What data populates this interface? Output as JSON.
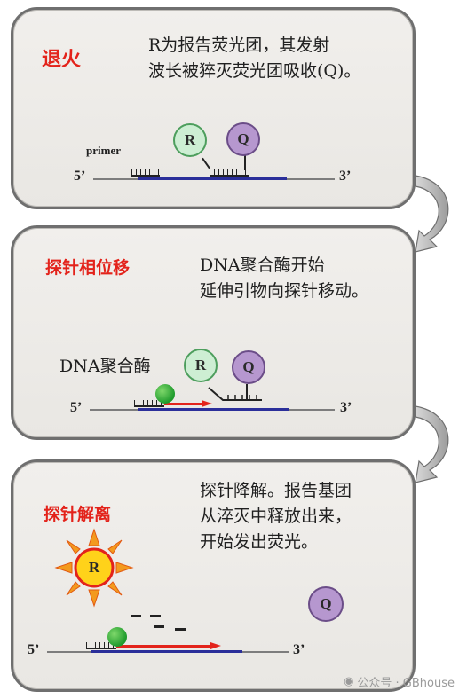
{
  "panels": [
    {
      "title": "退火",
      "desc_line1": "R为报告荧光团，其发射",
      "desc_line2": "波长被猝灭荧光团吸收(Q)。",
      "primer_label": "primer",
      "end5": "5’",
      "end3": "3’",
      "reporter": "R",
      "quencher": "Q"
    },
    {
      "title": "探针相位移",
      "desc_line1": "DNA聚合酶开始",
      "desc_line2": "延伸引物向探针移动。",
      "polymerase_label": "DNA聚合酶",
      "end5": "5’",
      "end3": "3’",
      "reporter": "R",
      "quencher": "Q"
    },
    {
      "title": "探针解离",
      "desc_line1": "探针降解。报告基团",
      "desc_line2": "从淬灭中释放出来，",
      "desc_line3": "开始发出荧光。",
      "end5": "5’",
      "end3": "3’",
      "reporter": "R",
      "quencher": "Q"
    }
  ],
  "watermark": "公众号 · GBhouse",
  "colors": {
    "title_red": "#e3231b",
    "strand_blue": "#2b2f9a",
    "reporter_green": "#cdeed3",
    "quencher_purple": "#b697cf",
    "sun_orange": "#f39a1e",
    "sun_yellow": "#ffd21a"
  }
}
